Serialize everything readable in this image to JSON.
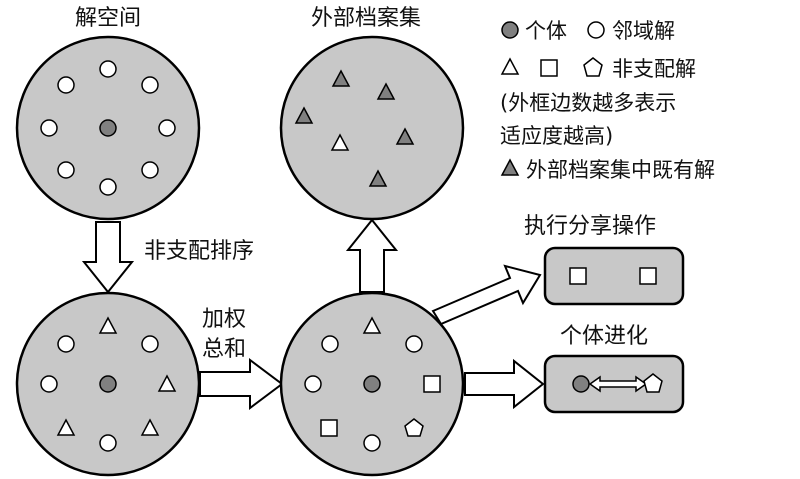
{
  "colors": {
    "gray_fill": "#c8c8c8",
    "individual_fill": "#808080",
    "archive_triangle_fill": "#808080",
    "stroke": "#000000",
    "background": "#ffffff"
  },
  "labels": {
    "solution_space": "解空间",
    "external_archive": "外部档案集",
    "nondominated_sort": "非支配排序",
    "weighted_sum_line1": "加权",
    "weighted_sum_line2": "总和",
    "share_operation": "执行分享操作",
    "individual_evolution": "个体进化"
  },
  "legend": {
    "individual": "个体",
    "neighborhood_solution": "邻域解",
    "nondominated_solution": "非支配解",
    "note_line1": "(外框边数越多表示",
    "note_line2": "适应度越高)",
    "archive_existing": "外部档案集中既有解"
  },
  "icons": [
    "individual-circle-icon",
    "neighborhood-circle-icon",
    "triangle-icon",
    "square-icon",
    "pentagon-icon",
    "archive-triangle-icon",
    "arrow-down-icon",
    "arrow-right-icon",
    "arrow-up-icon",
    "arrow-diagonal-icon",
    "double-arrow-icon"
  ]
}
